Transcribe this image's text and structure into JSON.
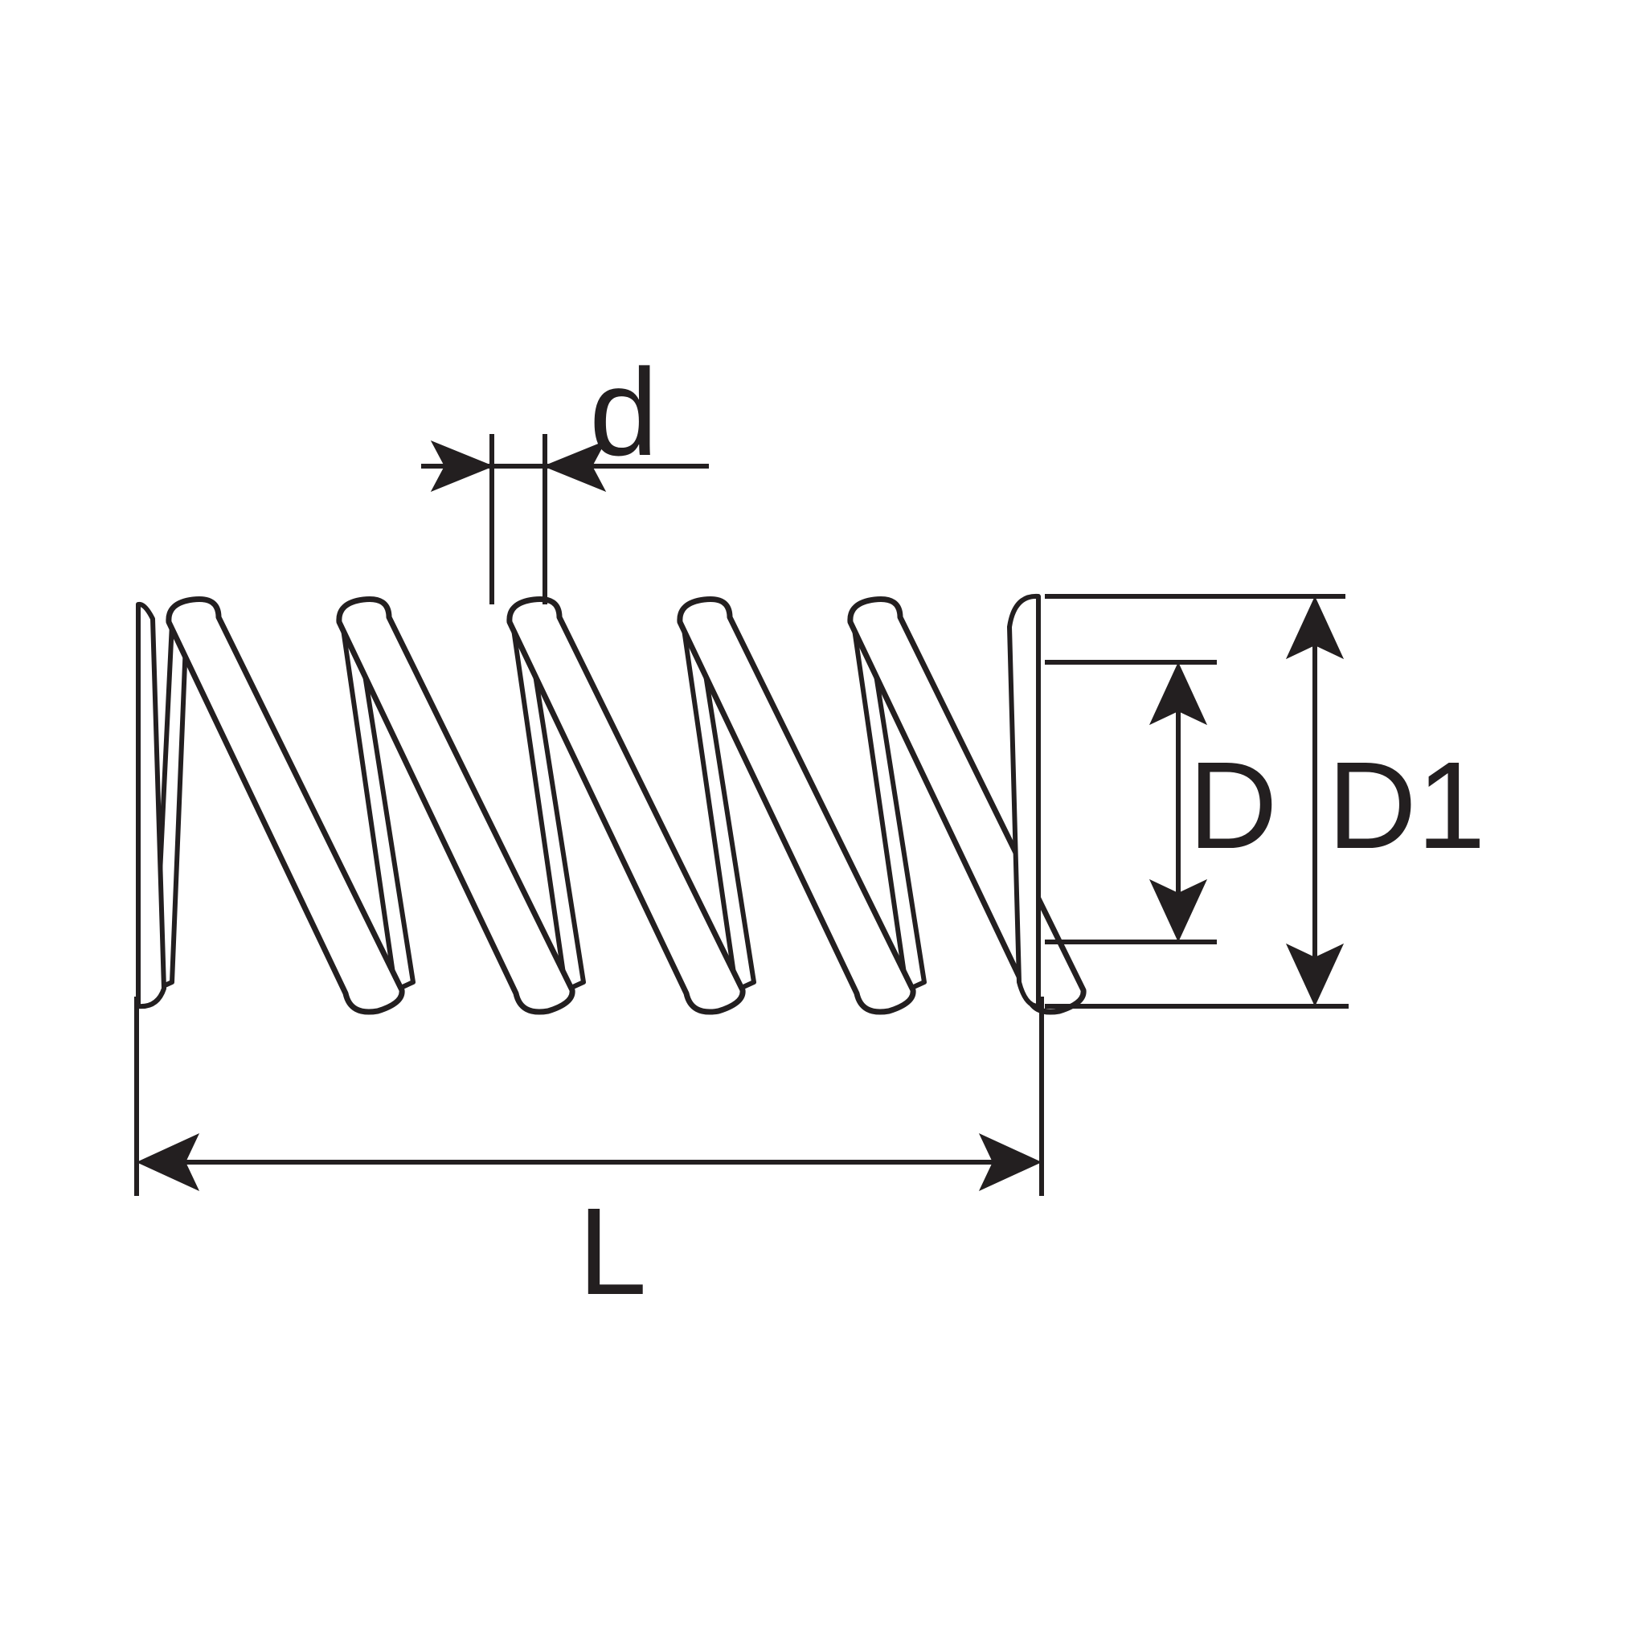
{
  "diagram": {
    "stroke_color": "#231f20",
    "background": "#ffffff",
    "labels": {
      "wire_diameter": "d",
      "inner_diameter": "D",
      "outer_diameter": "D1",
      "length": "L"
    },
    "coil_count": 5
  }
}
